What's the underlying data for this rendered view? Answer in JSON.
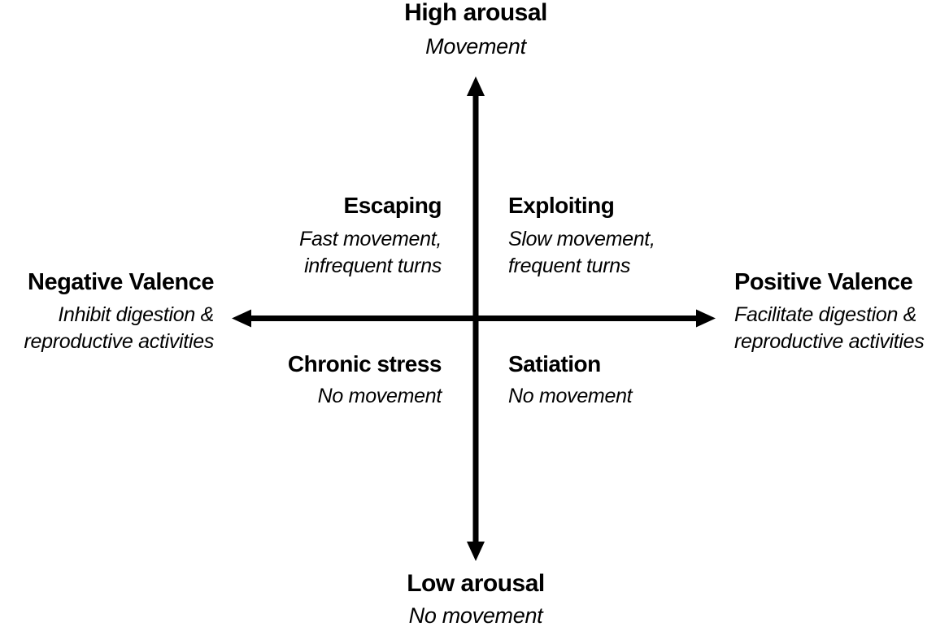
{
  "diagram": {
    "type": "quadrant-axes",
    "colors": {
      "ink": "#000000",
      "background": "#ffffff"
    },
    "axes": {
      "vertical": {
        "top": {
          "title": "High arousal",
          "subtitle": "Movement"
        },
        "bottom": {
          "title": "Low arousal",
          "subtitle": "No movement"
        }
      },
      "horizontal": {
        "left": {
          "title": "Negative Valence",
          "subtitle_lines": [
            "Inhibit digestion &",
            "reproductive activities"
          ]
        },
        "right": {
          "title": "Positive Valence",
          "subtitle_lines": [
            "Facilitate digestion &",
            "reproductive activities"
          ]
        }
      }
    },
    "quadrants": {
      "top_left": {
        "title": "Escaping",
        "subtitle_lines": [
          "Fast movement,",
          "infrequent turns"
        ]
      },
      "top_right": {
        "title": "Exploiting",
        "subtitle_lines": [
          "Slow movement,",
          "frequent turns"
        ]
      },
      "bottom_left": {
        "title": "Chronic stress",
        "subtitle_lines": [
          "No movement"
        ]
      },
      "bottom_right": {
        "title": "Satiation",
        "subtitle_lines": [
          "No movement"
        ]
      }
    }
  }
}
